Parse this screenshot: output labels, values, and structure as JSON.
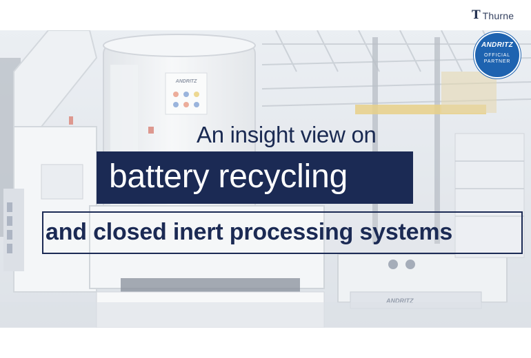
{
  "headline": {
    "line1": "An insight view on",
    "line2": "battery recycling",
    "line3": "and closed inert processing systems"
  },
  "partner_logo": {
    "brand": "Thurne",
    "mark": "T"
  },
  "partner_badge": {
    "brand": "ANDRITZ",
    "line1": "OFFICIAL",
    "line2": "PARTNER"
  },
  "machine_labels": {
    "nameplate": "ANDRITZ",
    "base_plate": "ANDRITZ"
  },
  "colors": {
    "navy": "#1b2a54",
    "badge_blue": "#1e63b0",
    "crane_yellow": "#d9b441"
  }
}
